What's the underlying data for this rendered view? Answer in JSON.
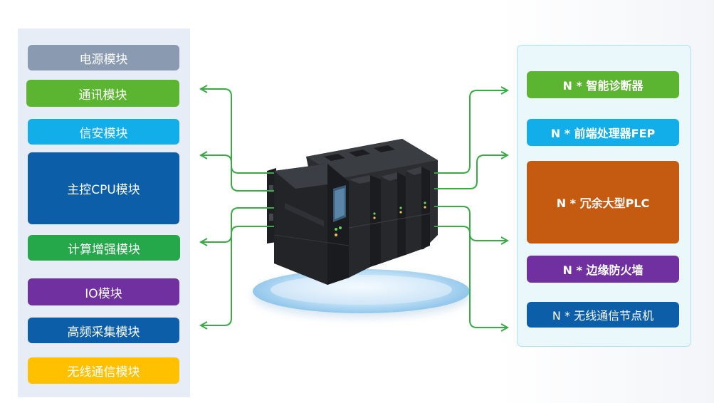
{
  "left_modules": [
    {
      "label": "电源模块",
      "color": "#8a9ab0"
    },
    {
      "label": "通讯模块",
      "color": "#5cb531"
    },
    {
      "label": "信安模块",
      "color": "#12aeea"
    },
    {
      "label": "主控CPU模块",
      "color": "#0d5ea8"
    },
    {
      "label": "计算增强模块",
      "color": "#25a84a"
    },
    {
      "label": "IO模块",
      "color": "#7030a0"
    },
    {
      "label": "高频采集模块",
      "color": "#0d5ea8"
    },
    {
      "label": "无线通信模块",
      "color": "#ffc000"
    }
  ],
  "right_modules": [
    {
      "label": "N * 智能诊断器",
      "color": "#5cb531"
    },
    {
      "label": "N * 前端处理器FEP",
      "color": "#12aeea"
    },
    {
      "label": "N * 冗余大型PLC",
      "color": "#c55a11"
    },
    {
      "label": "N * 边缘防火墙",
      "color": "#7030a0"
    },
    {
      "label": "N * 无线通信节点机",
      "color": "#0d5ea8"
    }
  ],
  "arrow_color": "#3aaa45",
  "device_icon": "plc-rack-device"
}
